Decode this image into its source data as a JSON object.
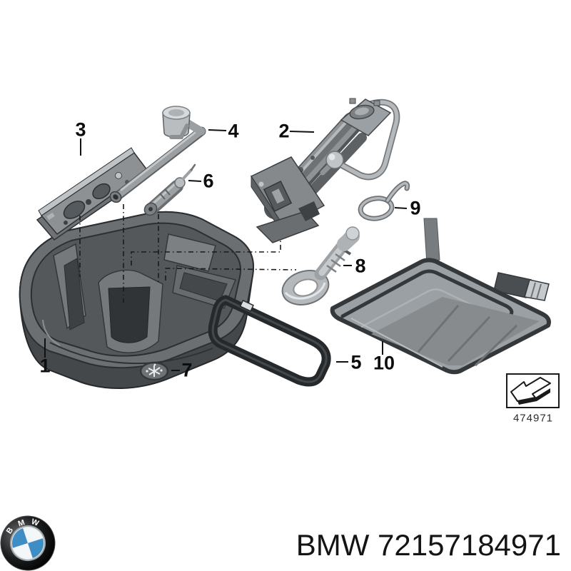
{
  "diagram": {
    "callouts": [
      {
        "label": "1"
      },
      {
        "label": "2"
      },
      {
        "label": "3"
      },
      {
        "label": "4"
      },
      {
        "label": "5"
      },
      {
        "label": "6"
      },
      {
        "label": "7"
      },
      {
        "label": "8"
      },
      {
        "label": "9"
      },
      {
        "label": "10"
      }
    ],
    "part_box": {
      "code": "474971"
    }
  },
  "footer": {
    "logo_letters": [
      "B",
      "M",
      "W"
    ],
    "part_text": "BMW 72157184971"
  },
  "colors": {
    "background": "#ffffff",
    "line_black": "#111111",
    "tool_gray_dark": "#46494c",
    "tool_gray_mid": "#8d9194",
    "tool_gray_light": "#c6cacd",
    "bmw_blue": "#3f8dc5"
  }
}
